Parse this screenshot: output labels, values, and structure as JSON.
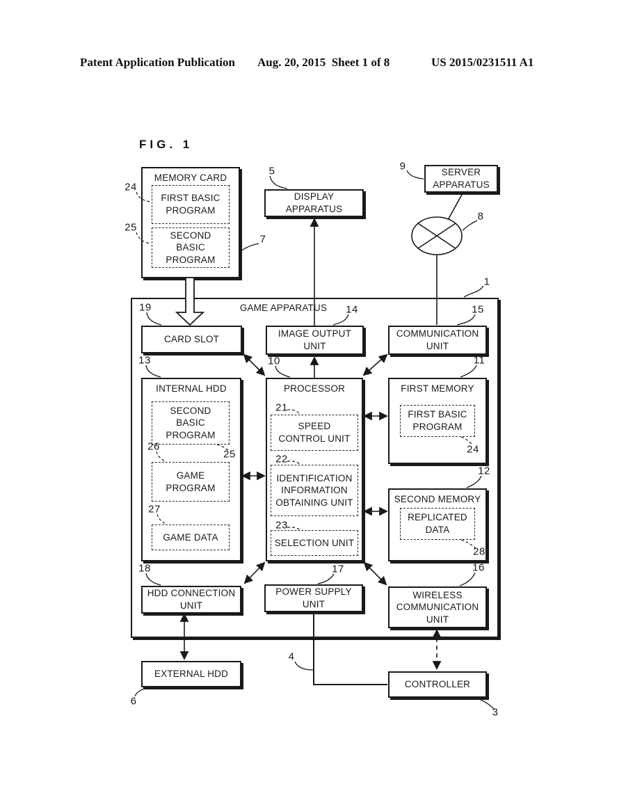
{
  "header": {
    "left": "Patent Application Publication",
    "center": "Aug. 20, 2015  Sheet 1 of 8",
    "right": "US 2015/0231511 A1"
  },
  "figure_label": "FIG. 1",
  "colors": {
    "ink": "#1a1a1a",
    "paper": "#ffffff"
  },
  "nodes": {
    "memory_card": {
      "title": "MEMORY CARD",
      "ref": "7"
    },
    "mc_first_basic": {
      "label": "FIRST BASIC\nPROGRAM",
      "ref": "24"
    },
    "mc_second_basic": {
      "label": "SECOND\nBASIC\nPROGRAM",
      "ref": "25"
    },
    "display_apparatus": {
      "label": "DISPLAY\nAPPARATUS",
      "ref": "5"
    },
    "server_apparatus": {
      "label": "SERVER\nAPPARATUS",
      "ref": "9"
    },
    "network_node": {
      "ref": "8"
    },
    "game_apparatus": {
      "title": "GAME APPARATUS",
      "ref": "1"
    },
    "card_slot": {
      "label": "CARD SLOT",
      "ref": "19"
    },
    "image_output_unit": {
      "label": "IMAGE OUTPUT\nUNIT",
      "ref": "14"
    },
    "communication_unit": {
      "label": "COMMUNICATION\nUNIT",
      "ref": "15"
    },
    "internal_hdd": {
      "title": "INTERNAL HDD",
      "ref": "13"
    },
    "ih_second_basic": {
      "label": "SECOND\nBASIC\nPROGRAM",
      "ref": "25"
    },
    "ih_game_program": {
      "label": "GAME\nPROGRAM",
      "ref": "26"
    },
    "ih_game_data": {
      "label": "GAME DATA",
      "ref": "27"
    },
    "processor": {
      "title": "PROCESSOR",
      "ref": "10"
    },
    "speed_control_unit": {
      "label": "SPEED\nCONTROL UNIT",
      "ref": "21"
    },
    "identification_unit": {
      "label": "IDENTIFICATION\nINFORMATION\nOBTAINING UNIT",
      "ref": "22"
    },
    "selection_unit": {
      "label": "SELECTION UNIT",
      "ref": "23"
    },
    "first_memory": {
      "title": "FIRST MEMORY",
      "ref": "11"
    },
    "fm_first_basic": {
      "label": "FIRST BASIC\nPROGRAM",
      "ref": "24"
    },
    "second_memory": {
      "title": "SECOND MEMORY",
      "ref": "12"
    },
    "sm_replicated": {
      "label": "REPLICATED\nDATA",
      "ref": "28"
    },
    "hdd_connection_unit": {
      "label": "HDD CONNECTION\nUNIT",
      "ref": "18"
    },
    "power_supply_unit": {
      "label": "POWER SUPPLY\nUNIT",
      "ref": "17"
    },
    "wireless_communication_unit": {
      "label": "WIRELESS\nCOMMUNICATION\nUNIT",
      "ref": "16"
    },
    "external_hdd": {
      "label": "EXTERNAL HDD",
      "ref": "6"
    },
    "controller": {
      "label": "CONTROLLER",
      "ref": "3"
    },
    "power_line": {
      "ref": "4"
    }
  }
}
